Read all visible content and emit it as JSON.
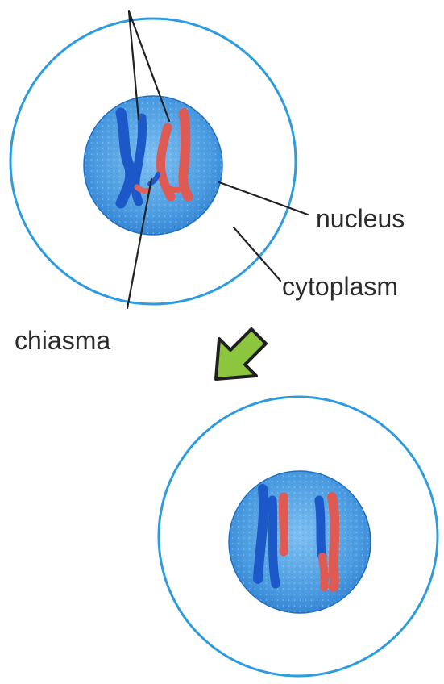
{
  "labels": {
    "nucleus": "nucleus",
    "cytoplasm": "cytoplasm",
    "chiasma": "chiasma"
  },
  "colors": {
    "cell_outline": "#2d9be0",
    "nucleus_fill": "#4a9be0",
    "nucleus_stroke": "#1e6fc2",
    "chromosome_blue": "#1c58c8",
    "chromosome_red": "#de5a52",
    "arrow_fill": "#8cc63f",
    "arrow_outline": "#1f1f1f",
    "leader_line": "#222222",
    "label_text": "#2b2b2b"
  },
  "icons": {
    "transition_arrow": "down-left-arrow-icon"
  }
}
